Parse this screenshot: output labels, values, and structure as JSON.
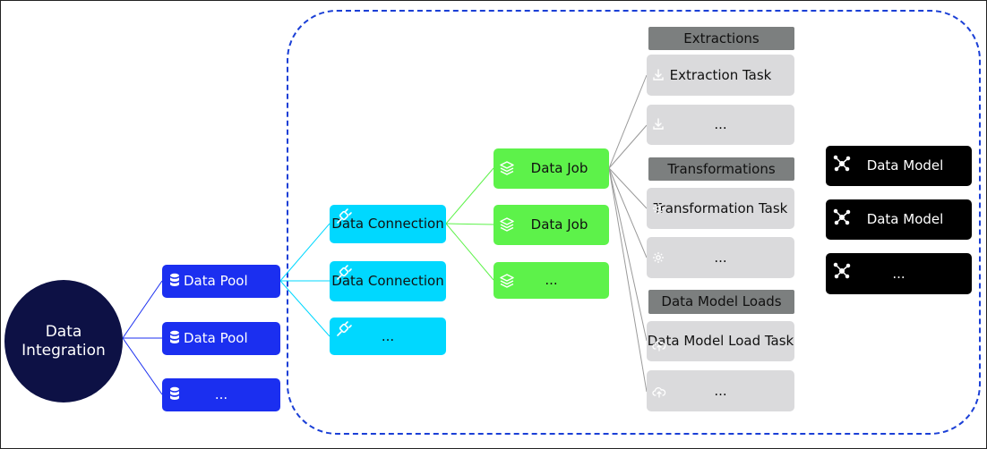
{
  "root": {
    "label": "Data Integration",
    "icon": "none"
  },
  "pools": [
    {
      "label": "Data Pool",
      "icon": "database-icon"
    },
    {
      "label": "Data Pool",
      "icon": "database-icon"
    },
    {
      "label": "...",
      "icon": "database-icon"
    }
  ],
  "connections": [
    {
      "label": "Data Connection",
      "icon": "plug-icon"
    },
    {
      "label": "Data Connection",
      "icon": "plug-icon"
    },
    {
      "label": "...",
      "icon": "plug-icon"
    }
  ],
  "jobs": [
    {
      "label": "Data Job",
      "icon": "layers-icon"
    },
    {
      "label": "Data Job",
      "icon": "layers-icon"
    },
    {
      "label": "...",
      "icon": "layers-icon"
    }
  ],
  "extractions": {
    "header": "Extractions",
    "tasks": [
      {
        "label": "Extraction Task",
        "icon": "download-icon"
      },
      {
        "label": "...",
        "icon": "download-icon"
      }
    ]
  },
  "transformations": {
    "header": "Transformations",
    "tasks": [
      {
        "label": "Transformation Task",
        "icon": "gear-icon"
      },
      {
        "label": "...",
        "icon": "gear-icon"
      }
    ]
  },
  "loads": {
    "header": "Data Model Loads",
    "tasks": [
      {
        "label": "Data Model Load Task",
        "icon": "cloud-upload-icon"
      },
      {
        "label": "...",
        "icon": "cloud-upload-icon"
      }
    ]
  },
  "models": [
    {
      "label": "Data Model",
      "icon": "network-icon"
    },
    {
      "label": "Data Model",
      "icon": "network-icon"
    },
    {
      "label": "...",
      "icon": "network-icon"
    }
  ],
  "colors": {
    "root": "#0d1145",
    "pool": "#1b2ff0",
    "connection": "#00d8ff",
    "job": "#5df24a",
    "header": "#7c7f7f",
    "task": "#dadadc",
    "model": "#000000",
    "region_border": "#1a3fd6"
  }
}
